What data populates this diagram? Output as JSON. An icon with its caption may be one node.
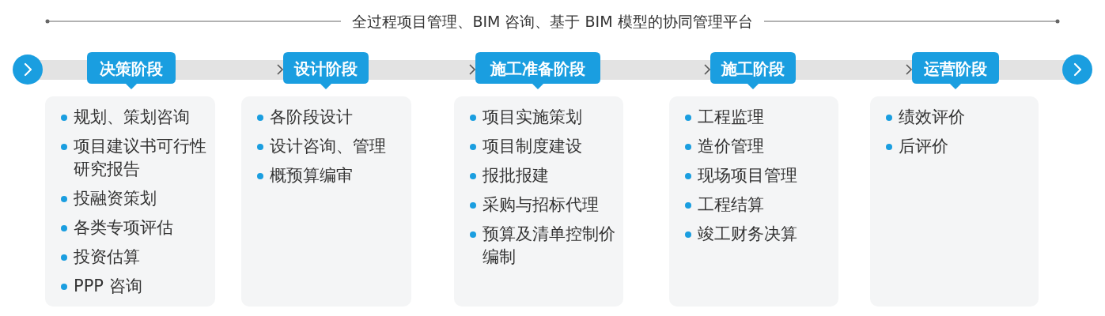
{
  "diagram": {
    "title": "全过程项目管理、BIM 咨询、基于 BIM 模型的协同管理平台",
    "nodes": [
      {
        "text": [],
        "shape": "circle"
      },
      {
        "text": [
          "决策阶段"
        ]
      },
      {
        "text": [
          "设计阶段"
        ]
      },
      {
        "text": [
          "施工准备阶段"
        ]
      },
      {
        "text": [
          "施工阶段"
        ]
      },
      {
        "text": [
          "运营阶段"
        ]
      },
      {
        "text": [],
        "shape": "circle"
      },
      {
        "text": [
          "规划、策划咨询",
          "项目建议书可行性研究报告",
          "投融资策划",
          "各类专项评估",
          "投资估算",
          "PPP 咨询"
        ]
      },
      {
        "text": [
          "各阶段设计",
          "设计咨询、管理",
          "概预算编审"
        ]
      },
      {
        "text": [
          "项目实施策划",
          "项目制度建设",
          "报批报建",
          "采购与招标代理",
          "预算及清单控制价编制"
        ]
      },
      {
        "text": [
          "工程监理",
          "造价管理",
          "现场项目管理",
          "工程结算",
          "竣工财务决算"
        ]
      },
      {
        "text": [
          "绩效评价",
          "后评价"
        ]
      }
    ],
    "edges": [
      {
        "from": 1,
        "to": 2,
        "arrow": "to"
      },
      {
        "from": 2,
        "to": 3,
        "arrow": "to"
      },
      {
        "from": 3,
        "to": 4,
        "arrow": "to"
      },
      {
        "from": 4,
        "to": 5,
        "arrow": "to"
      }
    ]
  }
}
